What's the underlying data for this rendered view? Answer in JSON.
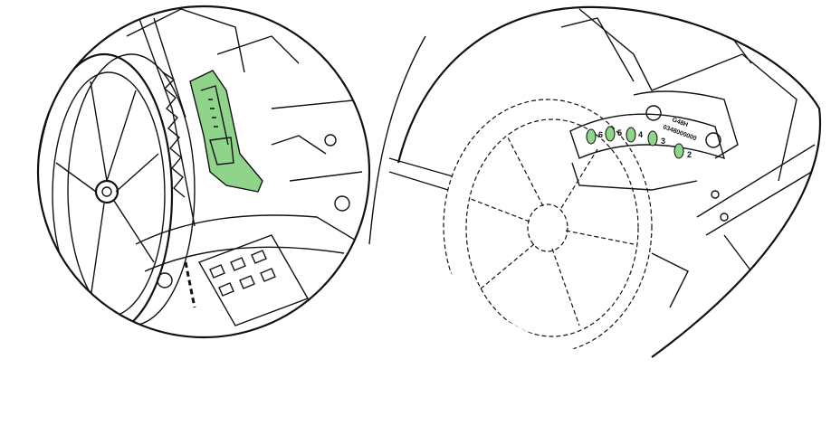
{
  "colors": {
    "highlight": "#8fd48a",
    "line": "#111111",
    "background": "#ffffff"
  },
  "right_view": {
    "plate_code_top": "G48H",
    "plate_code_bottom": "0348000000",
    "height_positions": [
      "6",
      "5",
      "4",
      "3",
      "2"
    ]
  }
}
